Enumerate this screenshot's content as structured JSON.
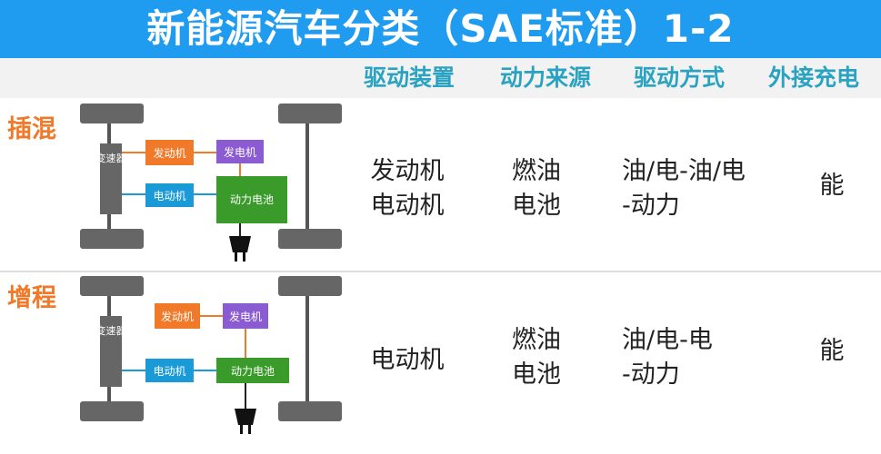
{
  "title": "新能源汽车分类（SAE标准）1-2",
  "columns": [
    "驱动装置",
    "动力来源",
    "驱动方式",
    "外接充电"
  ],
  "rows": [
    {
      "label": "插混",
      "diagram": {
        "transmission": "变速器",
        "engine": "发动机",
        "generator": "发电机",
        "motor": "电动机",
        "battery": "动力电池"
      },
      "drive_device": [
        "发动机",
        "电动机"
      ],
      "power_source": [
        "燃油",
        "电池"
      ],
      "drive_mode": [
        "油/电-油/电",
        "-动力"
      ],
      "charging": "能"
    },
    {
      "label": "增程",
      "diagram": {
        "transmission": "变速器",
        "engine": "发动机",
        "generator": "发电机",
        "motor": "电动机",
        "battery": "动力电池"
      },
      "drive_device": [
        "电动机"
      ],
      "power_source": [
        "燃油",
        "电池"
      ],
      "drive_mode": [
        "油/电-电",
        "-动力"
      ],
      "charging": "能"
    }
  ],
  "colors": {
    "header_bg": "#1f9bf0",
    "column_text": "#2aa3c3",
    "row_label": "#f07a2a",
    "engine_box": "#f07a2a",
    "generator_box": "#8a5bd1",
    "motor_box": "#1a9ad6",
    "battery_box": "#3a9a2a",
    "wheel": "#666666"
  }
}
